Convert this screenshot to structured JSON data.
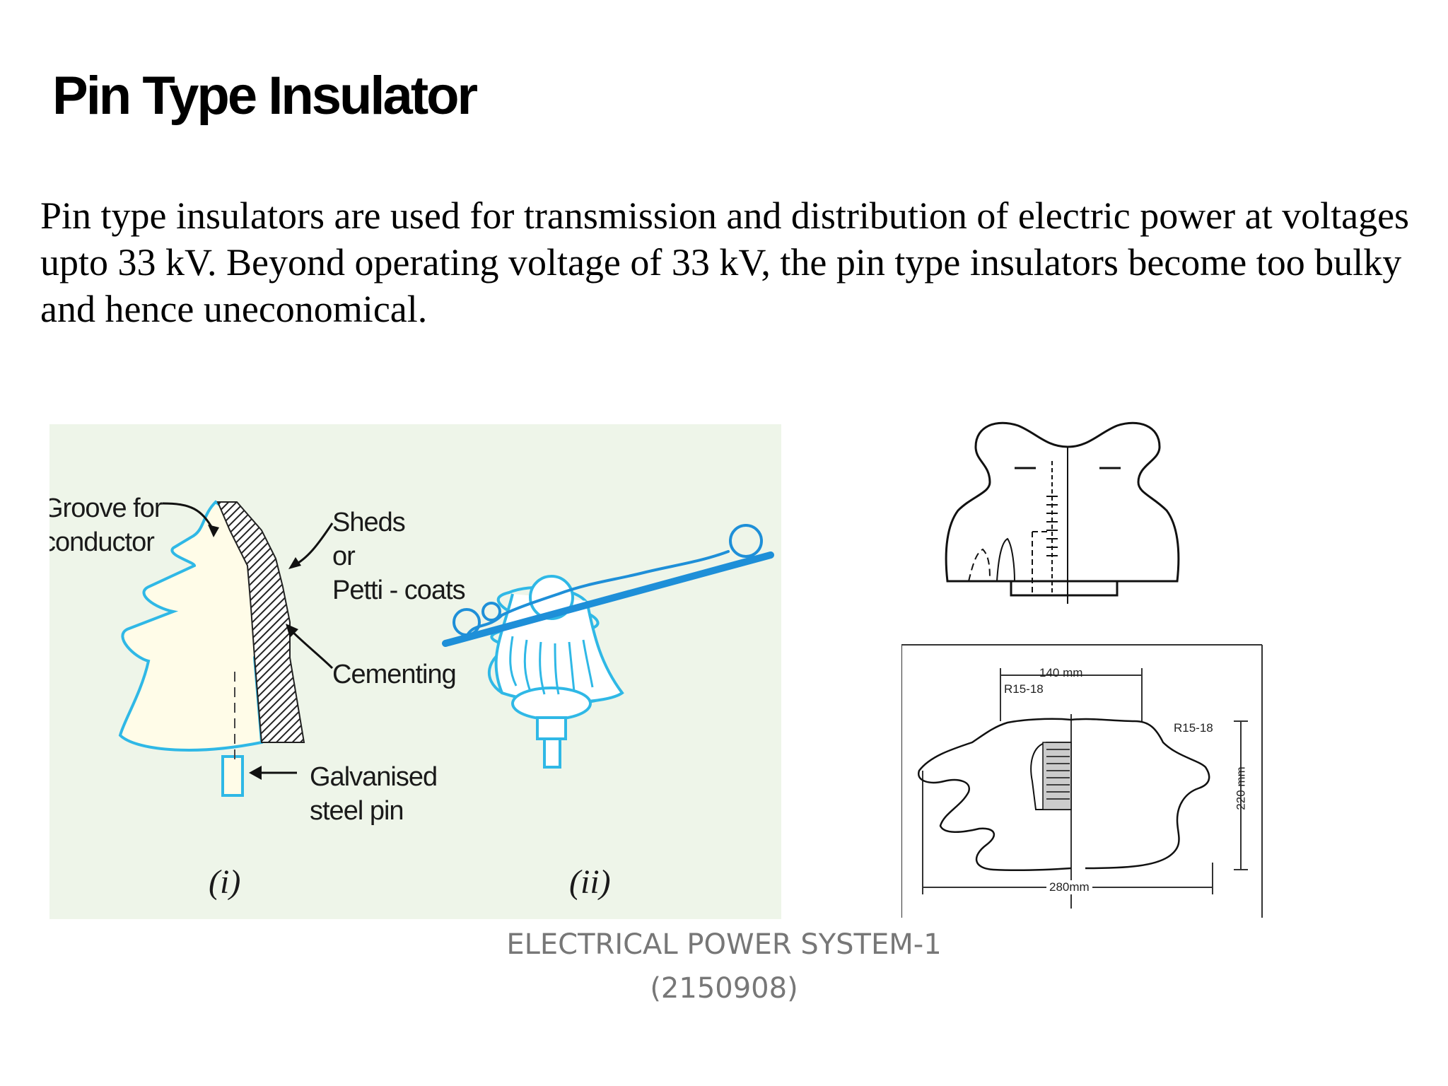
{
  "slide": {
    "title": "Pin Type Insulator",
    "body": "Pin type insulators are used for transmission and distribution of electric power at voltages upto 33 kV. Beyond operating voltage of 33 kV, the pin type insulators become too bulky and hence uneconomical."
  },
  "figure_left": {
    "labels": {
      "groove_1": "Groove for",
      "groove_2": "conductor",
      "sheds_1": "Sheds",
      "sheds_2": "or",
      "sheds_3": "Petti - coats",
      "cementing": "Cementing",
      "pin_1": "Galvanised",
      "pin_2": "steel pin"
    },
    "captions": {
      "first": "(i)",
      "second": "(ii)"
    },
    "colors": {
      "background": "#eef5e9",
      "outline": "#2fb8e6",
      "conductor": "#1e8fd8"
    }
  },
  "figure_dimensions": {
    "width_top": "140 mm",
    "radius_left": "R15-18",
    "radius_right": "R15-18",
    "height": "220 mm",
    "width_bottom": "280mm"
  },
  "footer": {
    "line1": "ELECTRICAL POWER SYSTEM-1",
    "line2": "(2150908)"
  }
}
